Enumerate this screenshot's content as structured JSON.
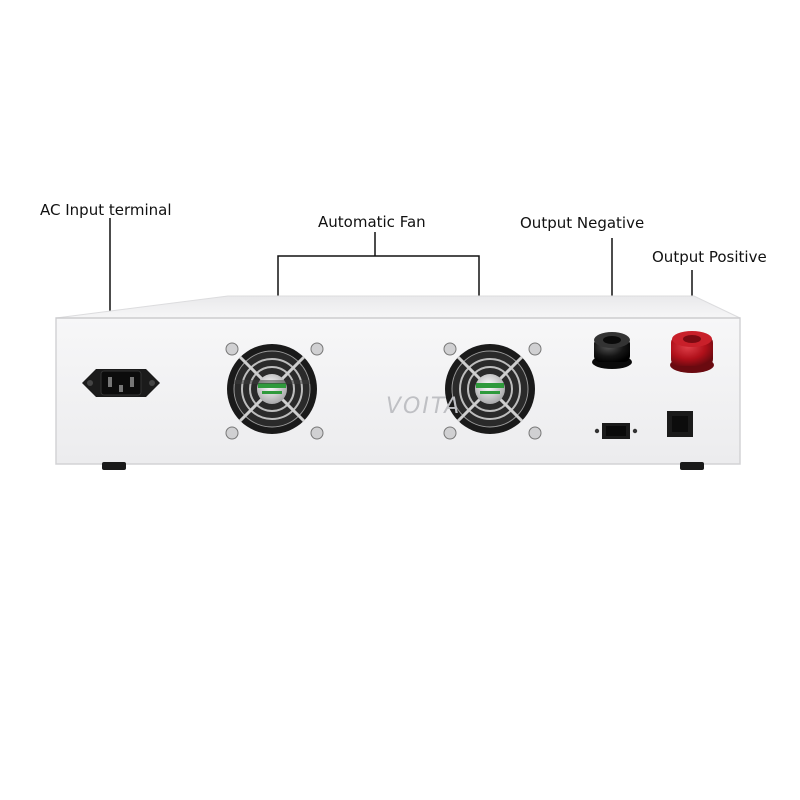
{
  "callouts": {
    "ac_input": "AC Input terminal",
    "fan": "Automatic Fan",
    "output_negative": "Output Negative",
    "output_positive": "Output Positive"
  },
  "panel": {
    "brand_watermark": "VOITA"
  },
  "colors": {
    "panel": "#f2f2f3",
    "panel_edge": "#d6d6d8",
    "terminal_negative": "#111111",
    "terminal_positive": "#b0101a",
    "fan_accent": "#2f9a3c"
  }
}
